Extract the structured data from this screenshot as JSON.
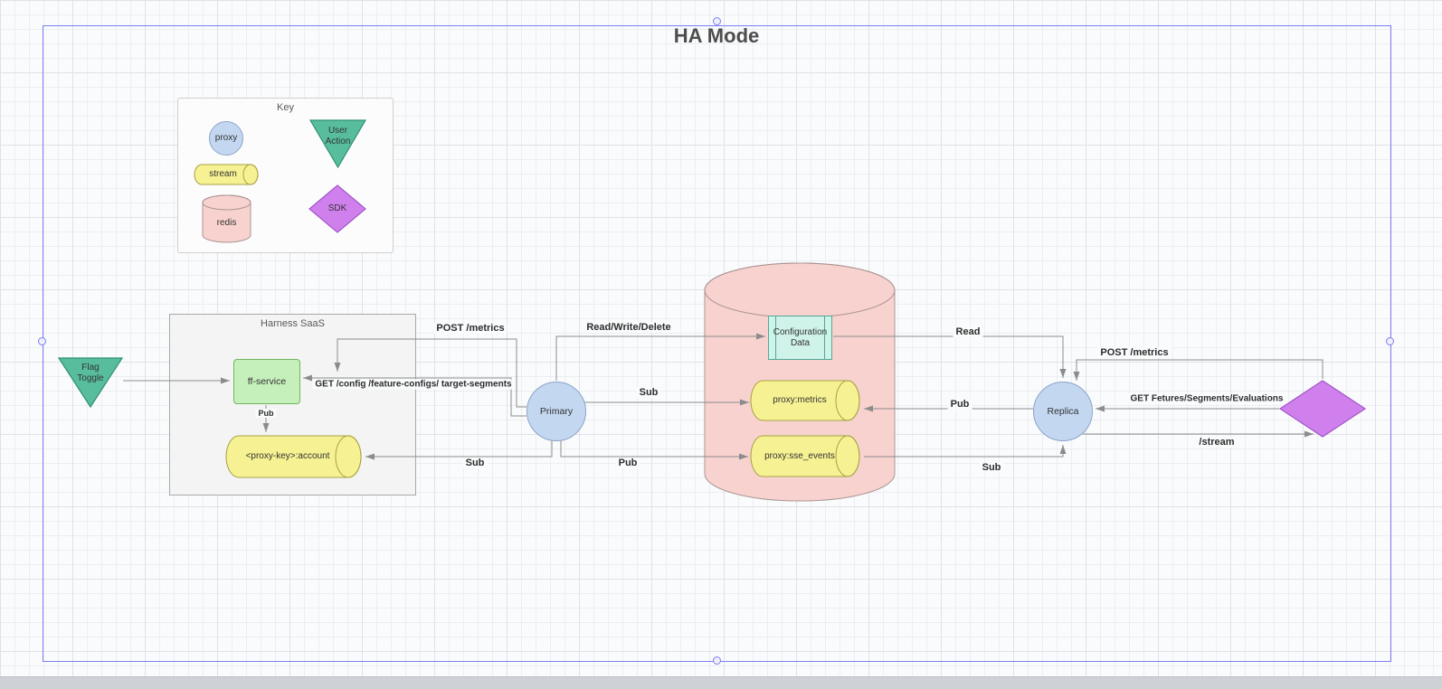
{
  "title": "HA Mode",
  "colors": {
    "canvas_bg": "#fafbfc",
    "grid_minor": "#eceef1",
    "grid_major": "#dfe2e6",
    "selection": "#7e7ef2",
    "edge": "#8c8c8c",
    "label_text": "#2d2d2d",
    "title_text": "#4d4d4d",
    "teal_fill": "#57bd9d",
    "teal_stroke": "#2f8e73",
    "blue_fill": "#c3d7f0",
    "blue_stroke": "#8ca4c9",
    "yellow_fill": "#f6f192",
    "yellow_stroke": "#a8a245",
    "pink_fill": "#f8d2ce",
    "pink_stroke": "#ab9695",
    "purple_fill": "#cf80ec",
    "purple_stroke": "#a257c9",
    "green_fill": "#c6f0bb",
    "green_stroke": "#72b45c",
    "cyan_fill": "#cff2e9",
    "cyan_stroke": "#53a89a",
    "container_fill": "#f4f4f4",
    "container_stroke": "#a9a9a9",
    "keybox_fill": "#fcfcfc",
    "keybox_stroke": "#cfcfcf",
    "scrollbar": "#ced2d7"
  },
  "key": {
    "label": "Key",
    "proxy": "proxy",
    "user_action": "User Action",
    "stream": "stream",
    "redis": "redis",
    "sdk": "SDK"
  },
  "nodes": {
    "flag_toggle": "Flag Toggle",
    "harness_saas": "Harness SaaS",
    "ff_service": "ff-service",
    "account_stream": "<proxy-key>:account",
    "primary": "Primary",
    "config_data": "Configuration Data",
    "metrics_stream": "proxy:metrics",
    "sse_stream": "proxy:sse_events",
    "replica": "Replica"
  },
  "edges": {
    "pub_ff_account": "Pub",
    "post_metrics_saas": "POST /metrics",
    "get_config": "GET /config /feature-configs/ target-segments",
    "read_write_delete": "Read/Write/Delete",
    "read_config": "Read",
    "sub_primary_metrics": "Sub",
    "pub_replica_metrics": "Pub",
    "pub_primary_sse": "Pub",
    "sub_replica_sse": "Sub",
    "sub_primary_account": "Sub",
    "post_metrics_sdk": "POST /metrics",
    "get_evaluations": "GET Fetures/Segments/Evaluations",
    "stream_path": "/stream"
  }
}
